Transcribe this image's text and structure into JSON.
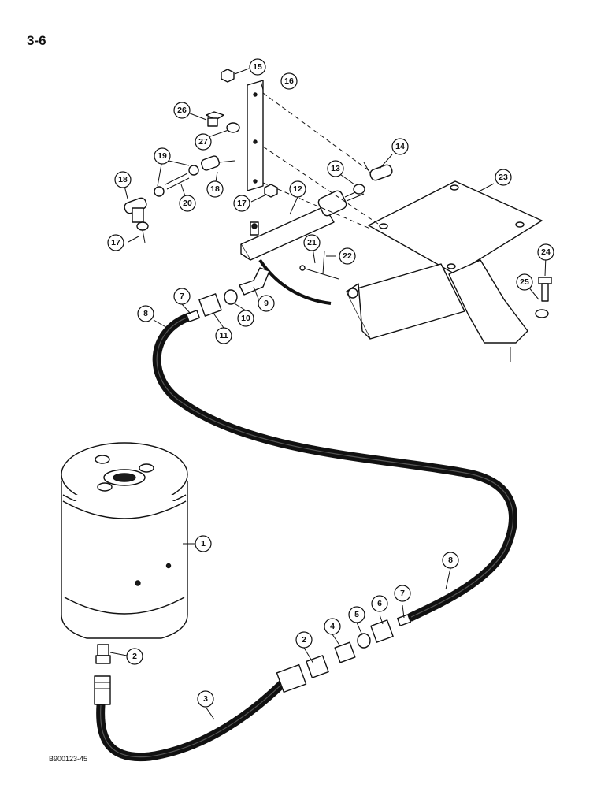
{
  "page": {
    "number": "3-6",
    "figure_code": "B900123-45"
  },
  "callouts": {
    "c1": "1",
    "c2a": "2",
    "c2b": "2",
    "c3": "3",
    "c4": "4",
    "c5": "5",
    "c6": "6",
    "c7a": "7",
    "c7b": "7",
    "c8a": "8",
    "c8b": "8",
    "c9": "9",
    "c10": "10",
    "c11": "11",
    "c12": "12",
    "c13": "13",
    "c14": "14",
    "c15": "15",
    "c16": "16",
    "c17a": "17",
    "c17b": "17",
    "c18a": "18",
    "c18b": "18",
    "c19": "19",
    "c20": "20",
    "c21": "21",
    "c22": "22",
    "c23": "23",
    "c24": "24",
    "c25": "25",
    "c26": "26",
    "c27": "27"
  }
}
